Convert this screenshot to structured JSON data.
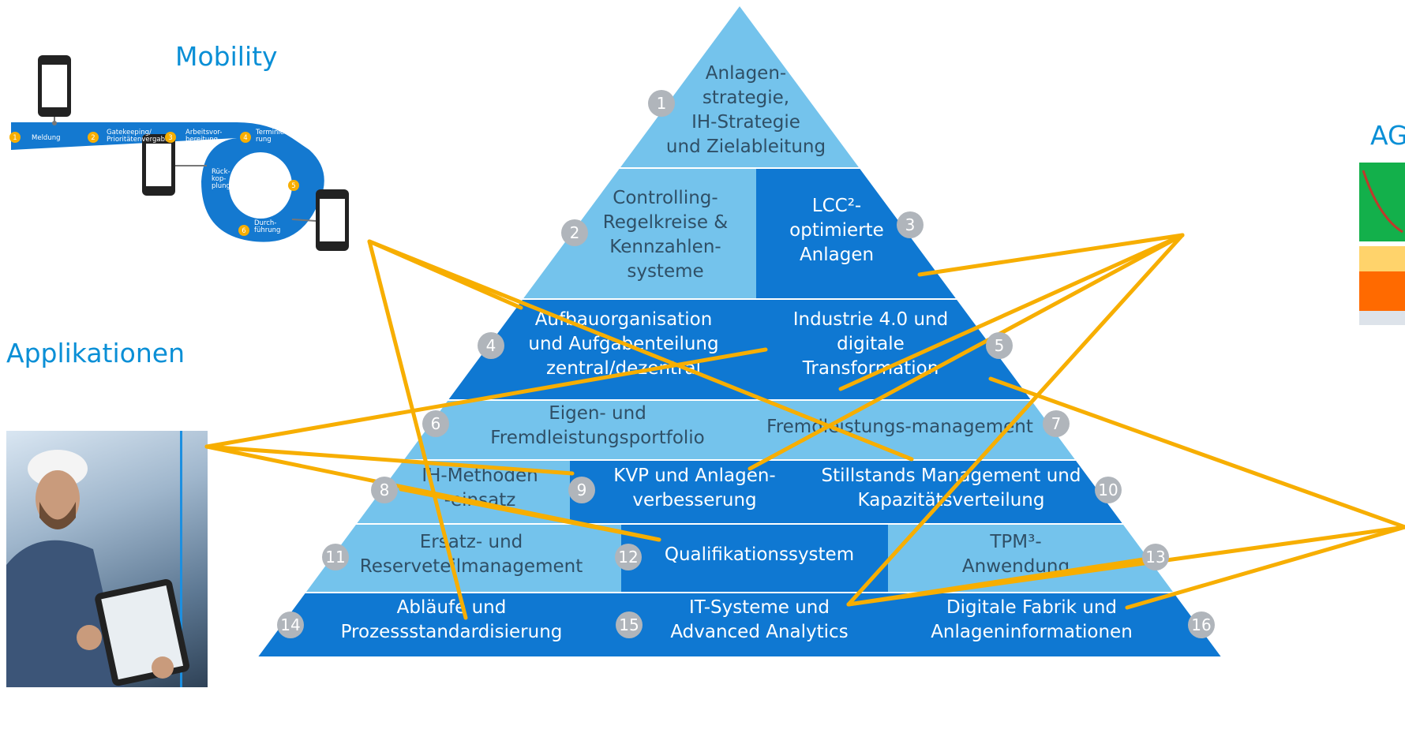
{
  "mobility": {
    "title": "Mobility",
    "steps": [
      {
        "num": "1",
        "label": "Meldung"
      },
      {
        "num": "2",
        "label": "Gatekeeping/\nPrioritätenvergabe"
      },
      {
        "num": "3",
        "label": "Arbeitsvor-\nbereitung"
      },
      {
        "num": "4",
        "label": "Terminie-\nrung"
      },
      {
        "num": "5",
        "label": ""
      },
      {
        "num": "6",
        "label": "Durch-\nführung"
      }
    ],
    "center_label": "Rück-\nkop-\nplung"
  },
  "applikationen": {
    "title": "Applikationen"
  },
  "ag": {
    "title": "AG"
  },
  "pyramid": {
    "cells": [
      {
        "num": "1",
        "text": "Anlagen-\nstrategie,\nIH-Strategie\nund Zielableitung",
        "style": "light"
      },
      {
        "num": "2",
        "text": "Controlling-\nRegelkreise &\nKennzahlen-\nsysteme",
        "style": "light"
      },
      {
        "num": "3",
        "text": "LCC²-\noptimierte\nAnlagen",
        "style": "dark"
      },
      {
        "num": "4",
        "text": "Aufbauorganisation\nund Aufgabenteilung\nzentral/dezentral",
        "style": "dark"
      },
      {
        "num": "5",
        "text": "Industrie 4.0 und\ndigitale\nTransformation",
        "style": "dark"
      },
      {
        "num": "6",
        "text": "Eigen- und\nFremdleistungsportfolio",
        "style": "light"
      },
      {
        "num": "7",
        "text": "Fremdleistungs-management",
        "style": "light"
      },
      {
        "num": "8",
        "text": "IH-Methoden\n-einsatz",
        "style": "light"
      },
      {
        "num": "9",
        "text": "KVP und Anlagen-\nverbesserung",
        "style": "dark"
      },
      {
        "num": "10",
        "text": "Stillstands Management und\nKapazitätsverteilung",
        "style": "dark"
      },
      {
        "num": "11",
        "text": "Ersatz- und\nReserveteilmanagement",
        "style": "light"
      },
      {
        "num": "12",
        "text": "Qualifikationssystem",
        "style": "dark"
      },
      {
        "num": "13",
        "text": "TPM³-\nAnwendung",
        "style": "light"
      },
      {
        "num": "14",
        "text": "Abläufe und\nProzessstandardisierung",
        "style": "dark"
      },
      {
        "num": "15",
        "text": "IT-Systeme und\nAdvanced Analytics",
        "style": "dark"
      },
      {
        "num": "16",
        "text": "Digitale Fabrik und\nAnlageninformationen",
        "style": "dark"
      }
    ]
  },
  "colors": {
    "light": "#74c3ec",
    "dark": "#0f78d2",
    "text_on_light": "#2f4f66",
    "text_on_dark": "#ffffff",
    "badge": "#b0b5bb",
    "connector": "#f7ae00",
    "accent_title": "#0a8fd6"
  }
}
